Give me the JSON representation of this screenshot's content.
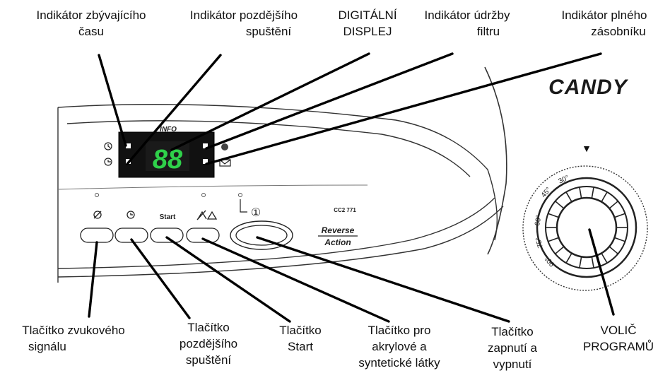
{
  "labels": {
    "remaining_time": [
      "Indikátor zbývajícího",
      "času"
    ],
    "delay_start": [
      "Indikátor pozdějšího",
      "spuštění"
    ],
    "digital_display": [
      "DIGITÁLNÍ",
      "DISPLEJ"
    ],
    "filter_maintenance": [
      "Indikátor údržby",
      "filtru"
    ],
    "full_container": [
      "Indikátor plného",
      "zásobníku"
    ],
    "sound_button": [
      "Tlačítko zvukového",
      "signálu"
    ],
    "delay_button": [
      "Tlačítko",
      "pozdějšího",
      "spuštění"
    ],
    "start_button": [
      "Tlačítko",
      "Start"
    ],
    "acrylic_button": [
      "Tlačítko pro",
      "akrylové a",
      "syntetické látky"
    ],
    "power_button": [
      "Tlačítko",
      "zapnutí a",
      "vypnutí"
    ],
    "program_selector": [
      "VOLIČ",
      "PROGRAMŮ"
    ]
  },
  "panel": {
    "brand": "CANDY",
    "info_label": "INFO",
    "display_value": "88",
    "start_label": "Start",
    "model": "CC2 771",
    "reverse_line1": "Reverse",
    "reverse_line2": "Action",
    "power_symbol": "①",
    "dial_marker": "▼",
    "dial_labels": [
      "45°",
      "30°",
      "60°",
      "75°",
      "90°"
    ]
  },
  "colors": {
    "display_digits": "#2fd14a",
    "display_bg": "#1a1a1a"
  }
}
